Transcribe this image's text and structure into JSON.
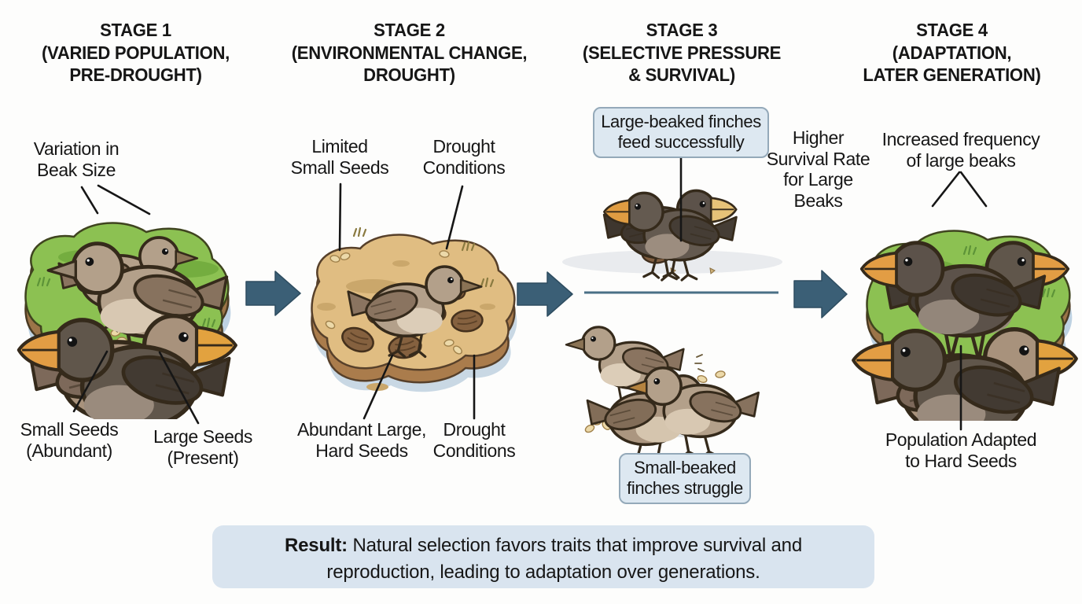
{
  "diagram": {
    "stages": [
      {
        "title": "STAGE 1\n(VARIED POPULATION,\nPRE-DROUGHT)",
        "labels": {
          "variation": "Variation in\nBeak Size",
          "small_seeds": "Small Seeds\n(Abundant)",
          "large_seeds": "Large Seeds\n(Present)"
        }
      },
      {
        "title": "STAGE 2\n(ENVIRONMENTAL CHANGE,\nDROUGHT)",
        "labels": {
          "limited_small_seeds": "Limited\nSmall Seeds",
          "drought_top": "Drought\nConditions",
          "abundant_seeds": "Abundant Large,\nHard Seeds",
          "drought_bottom": "Drought\nConditions"
        }
      },
      {
        "title": "STAGE 3\n(SELECTIVE PRESSURE\n& SURVIVAL)",
        "labels": {
          "callout_success": "Large-beaked finches\nfeed successfully",
          "higher_survival": "Higher\nSurvival Rate\nfor Large\nBeaks",
          "callout_struggle": "Small-beaked\nfinches struggle"
        }
      },
      {
        "title": "STAGE 4\n(ADAPTATION,\nLATER GENERATION)",
        "labels": {
          "increased_frequency": "Increased frequency\nof large beaks",
          "population_adapted": "Population Adapted\nto Hard Seeds"
        }
      }
    ],
    "result": {
      "prefix": "Result:",
      "body": " Natural selection favors traits that improve survival and\nreproduction, leading to adaptation over generations."
    },
    "colors": {
      "arrow": "#3b5f76",
      "callout_bg": "#dde8f1",
      "callout_border": "#94a9b9",
      "result_bg": "#d9e4ef",
      "island_green": "#8cc152",
      "island_dirt": "#9b7448",
      "drought_sand": "#e0bd82",
      "divider_line": "#4a7086",
      "leader_line": "#161616"
    }
  }
}
